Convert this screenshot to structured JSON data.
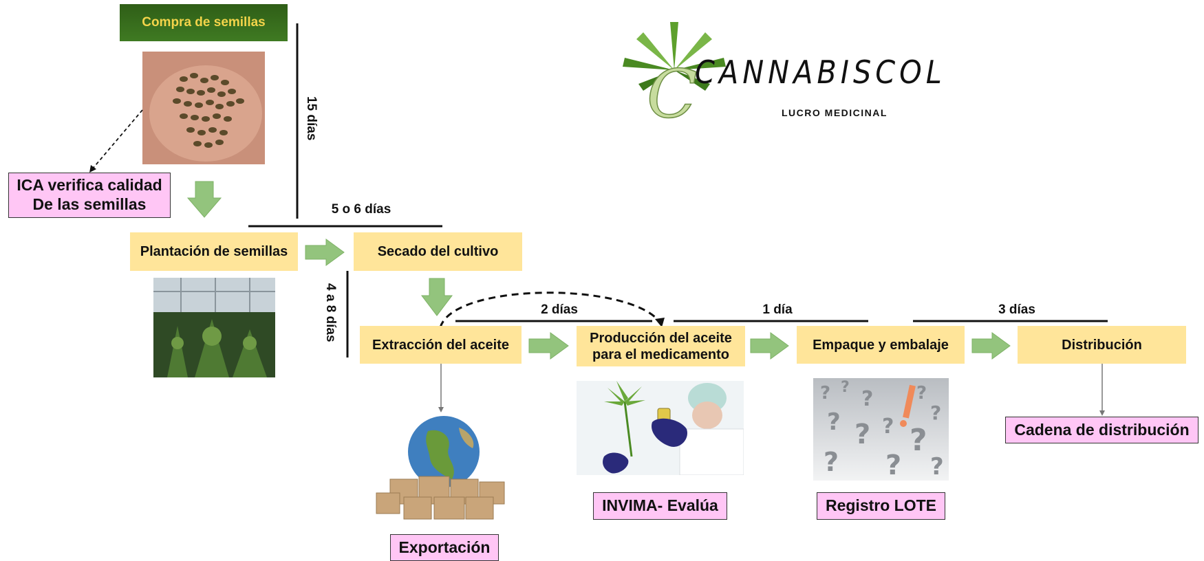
{
  "logo": {
    "brand": "CANNABISCOL",
    "tagline": "LUCRO MEDICINAL"
  },
  "header_step": {
    "label": "Compra de semillas"
  },
  "steps": {
    "plantacion": "Plantación de semillas",
    "secado": "Secado del cultivo",
    "extraccion": "Extracción del aceite",
    "produccion_line1": "Producción del aceite",
    "produccion_line2": "para el medicamento",
    "empaque": "Empaque y embalaje",
    "distribucion": "Distribución"
  },
  "annotations": {
    "ica_line1": "ICA verifica calidad",
    "ica_line2": "De las semillas",
    "exportacion": "Exportación",
    "invima": "INVIMA- Evalúa",
    "registro": "Registro LOTE",
    "cadena": "Cadena de distribución"
  },
  "durations": {
    "d15": "15 días",
    "d5_6": "5 o 6 días",
    "d4_8": "4 a 8 días",
    "d2": "2 días",
    "d1": "1 día",
    "d3": "3 días"
  },
  "colors": {
    "step_fill": "#ffe59a",
    "annotation_fill": "#ffc6f5",
    "arrow_fill": "#93c47d",
    "header_fill": "#3a6a1e",
    "header_text": "#f3d44a"
  }
}
